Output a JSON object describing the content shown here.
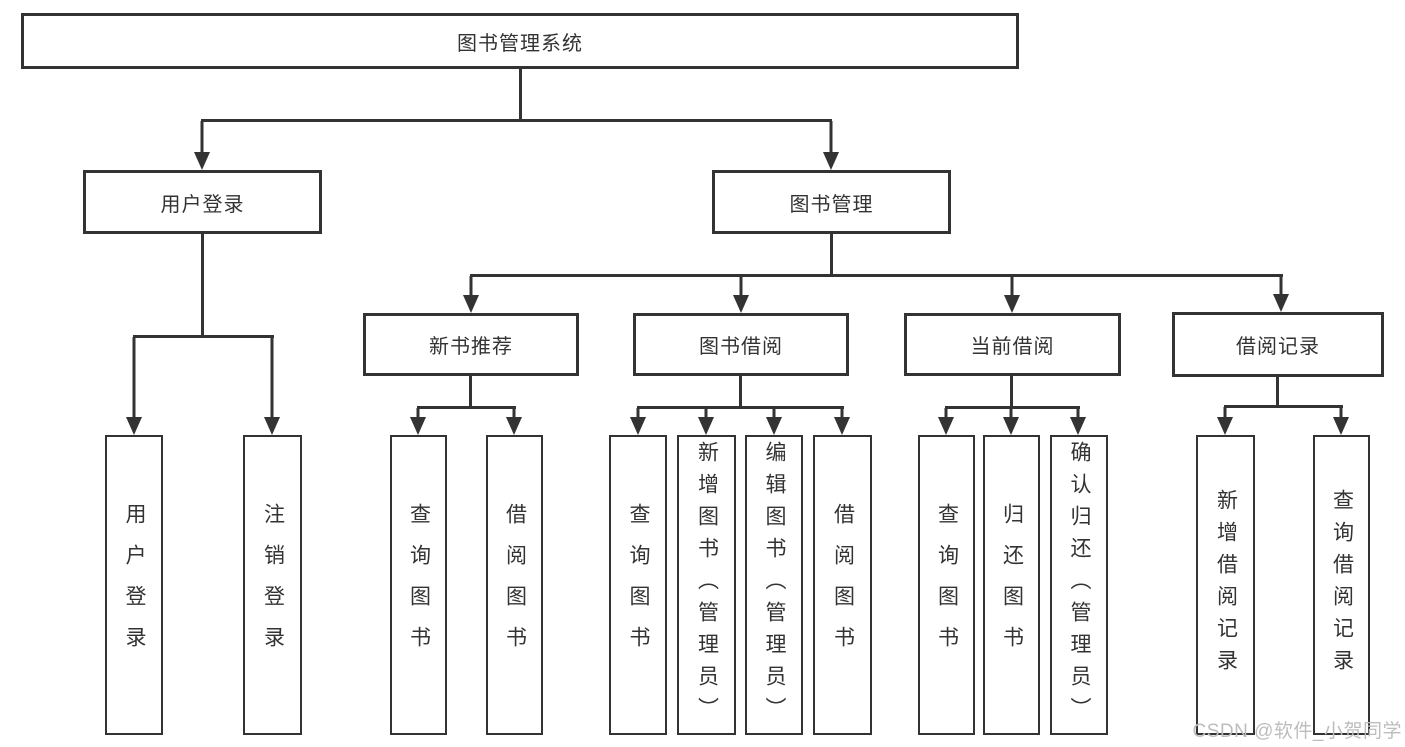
{
  "colors": {
    "background": "#ffffff",
    "line": "#333333",
    "text": "#333333",
    "box_bg": "#ffffff",
    "watermark": "#bdbdbd"
  },
  "diagram": {
    "root": {
      "label": "图书管理系统"
    },
    "level2": [
      {
        "label": "用户登录"
      },
      {
        "label": "图书管理"
      }
    ],
    "level3": [
      {
        "label": "新书推荐"
      },
      {
        "label": "图书借阅"
      },
      {
        "label": "当前借阅"
      },
      {
        "label": "借阅记录"
      }
    ],
    "leaves": [
      {
        "label": "用户登录"
      },
      {
        "label": "注销登录"
      },
      {
        "label": "查询图书"
      },
      {
        "label": "借阅图书"
      },
      {
        "label": "查询图书"
      },
      {
        "label": "新增图书（管理员）"
      },
      {
        "label": "编辑图书（管理员）"
      },
      {
        "label": "借阅图书"
      },
      {
        "label": "查询图书"
      },
      {
        "label": "归还图书"
      },
      {
        "label": "确认归还（管理员）"
      },
      {
        "label": "新增借阅记录"
      },
      {
        "label": "查询借阅记录"
      }
    ],
    "watermark": "CSDN @软件_小贺同学"
  }
}
